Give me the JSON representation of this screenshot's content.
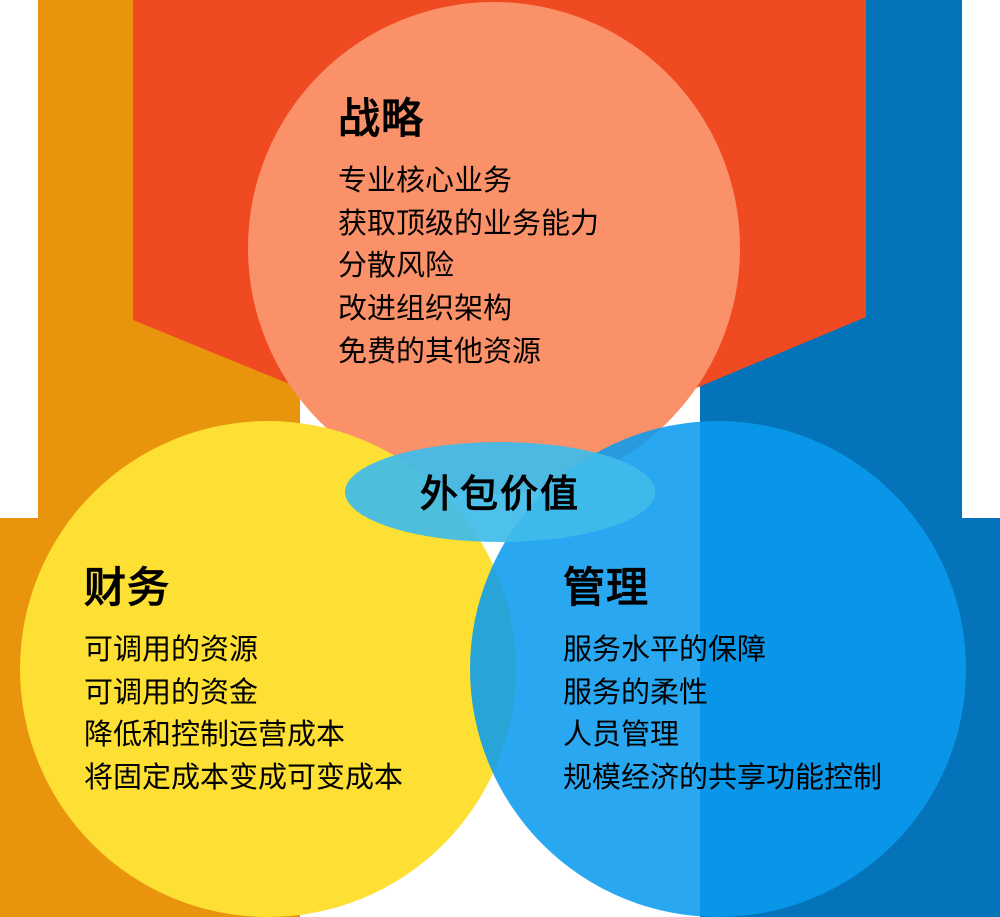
{
  "diagram": {
    "kind": "venn-diagram",
    "center_label": "外包价值",
    "groups": [
      {
        "id": "strategy",
        "title": "战略",
        "items": [
          "专业核心业务",
          "获取顶级的业务能力",
          "分散风险",
          "改进组织架构",
          "免费的其他资源"
        ]
      },
      {
        "id": "finance",
        "title": "财务",
        "items": [
          "可调用的资源",
          "可调用的资金",
          "降低和控制运营成本",
          "将固定成本变成可变成本"
        ]
      },
      {
        "id": "management",
        "title": "管理",
        "items": [
          "服务水平的保障",
          "服务的柔性",
          "人员管理",
          "规模经济的共享功能控制"
        ]
      }
    ]
  },
  "colors": {
    "background": "#ffffff",
    "panel_amber": "#e8940c",
    "panel_red": "#ef4a21",
    "panel_blue": "#0473b9",
    "circle_strategy": "#fb9168",
    "circle_finance": "#fde033",
    "circle_management": "#0b9bee",
    "center_ellipse": "#3fbbe9",
    "text": "#000000"
  }
}
